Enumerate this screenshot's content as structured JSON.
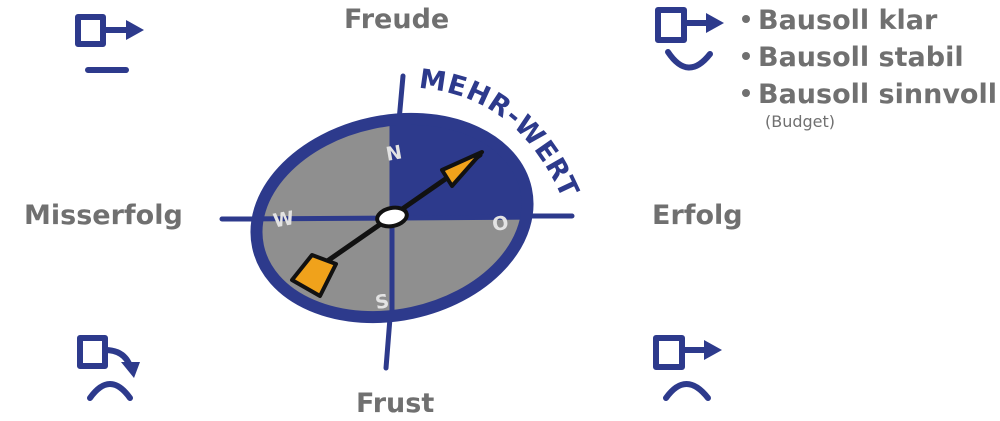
{
  "quadrants": {
    "top": "Freude",
    "left": "Misserfolg",
    "right": "Erfolg",
    "bottom": "Frust"
  },
  "compass": {
    "arc_label": "MEHR-WERT",
    "directions": {
      "north": "N",
      "west": "W",
      "east": "O",
      "south": "S"
    }
  },
  "bullets": [
    "Bausoll klar",
    "Bausoll stabil",
    "Bausoll sinnvoll"
  ],
  "bullet_note": "(Budget)",
  "icons": {
    "top_left": "board-arrow-flat-mouth-icon",
    "top_right": "board-arrow-smile-icon",
    "bottom_left": "board-arrow-curve-frown-icon",
    "bottom_right": "board-arrow-frown-icon"
  },
  "colors": {
    "navy": "#2d3a8c",
    "grey": "#8f8f8f",
    "orange": "#f0a21b",
    "text": "#707070"
  }
}
